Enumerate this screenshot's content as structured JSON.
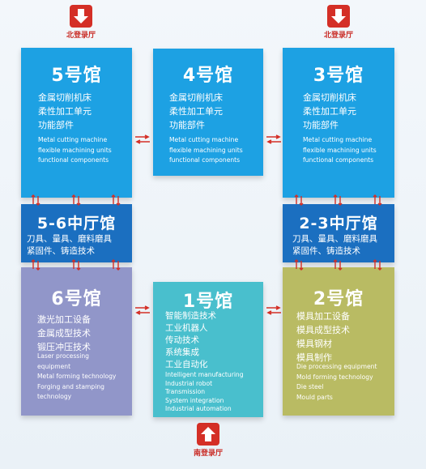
{
  "entrances": {
    "north_left": "北登录厅",
    "north_right": "北登录厅",
    "south": "南登录厅"
  },
  "halls": {
    "h5": {
      "title": "5号馆",
      "zh": "金属切削机床\n柔性加工单元\n功能部件",
      "en": "Metal cutting machine\nflexible machining units\nfunctional components",
      "color": "#1da1e3"
    },
    "h4": {
      "title": "4号馆",
      "zh": "金属切削机床\n柔性加工单元\n功能部件",
      "en": "Metal cutting machine\nflexible machining units\nfunctional components",
      "color": "#1da1e3"
    },
    "h3": {
      "title": "3号馆",
      "zh": "金属切削机床\n柔性加工单元\n功能部件",
      "en": "Metal cutting machine\nflexible machining units\nfunctional components",
      "color": "#1da1e3"
    },
    "h56": {
      "title": "5-6中厅馆",
      "zh": "刀具、量具、磨料磨具\n紧固件、铸造技术",
      "color": "#1b6fc0"
    },
    "h23": {
      "title": "2-3中厅馆",
      "zh": "刀具、量具、磨料磨具\n紧固件、铸造技术",
      "color": "#1b6fc0"
    },
    "h6": {
      "title": "6号馆",
      "zh": "激光加工设备\n金属成型技术\n锻压冲压技术",
      "en": "Laser processing\nequipment\nMetal forming technology\nForging and stamping\ntechnology",
      "color": "#9196c9"
    },
    "h1": {
      "title": "1号馆",
      "zh": "智能制造技术\n工业机器人\n传动技术\n系统集成\n工业自动化",
      "en": "Intelligent manufacturing\nIndustrial robot\nTransmission\nSystem integration\nIndustrial automation",
      "color": "#49bfcd"
    },
    "h2": {
      "title": "2号馆",
      "zh": "模具加工设备\n模具成型技术\n模具钢材\n模具制作",
      "en": "Die processing equipment\nMold forming technology\nDie steel\nMould parts",
      "color": "#b9bb63"
    }
  }
}
